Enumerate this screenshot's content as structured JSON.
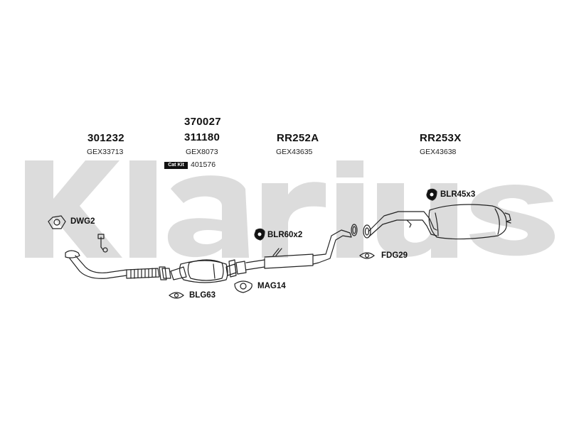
{
  "brand": {
    "watermark": "Klarius",
    "accent_color": "#d9d9d9"
  },
  "groups": [
    {
      "parts": [
        "301232"
      ],
      "ref": "GEX33713"
    },
    {
      "parts": [
        "370027",
        "311180"
      ],
      "ref": "GEX8073",
      "catkit_label": "Cat Kit",
      "catkit_code": "401576"
    },
    {
      "parts": [
        "RR252A"
      ],
      "ref": "GEX43635"
    },
    {
      "parts": [
        "RR253X"
      ],
      "ref": "GEX43638"
    }
  ],
  "fittings": {
    "dwg": "DWG2",
    "blr60": "BLR60x2",
    "blr45": "BLR45x3",
    "fdg": "FDG29",
    "mag": "MAG14",
    "blg": "BLG63"
  }
}
